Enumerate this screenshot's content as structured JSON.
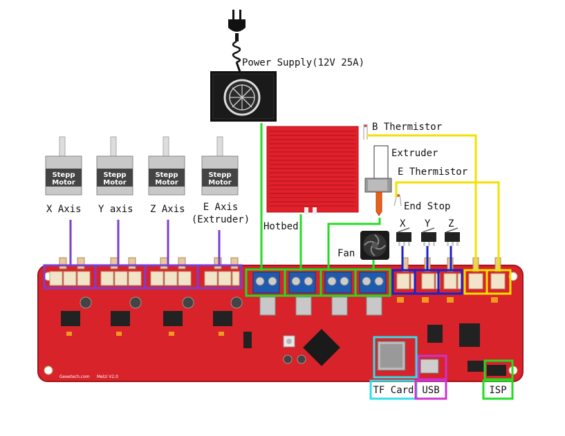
{
  "power_supply": {
    "label": "Power Supply(12V 25A)"
  },
  "motors": [
    {
      "id": "x",
      "tag_line1": "Stepp",
      "tag_line2": "Motor",
      "label": "X Axis"
    },
    {
      "id": "y",
      "tag_line1": "Stepp",
      "tag_line2": "Motor",
      "label": "Y axis"
    },
    {
      "id": "z",
      "tag_line1": "Stepp",
      "tag_line2": "Motor",
      "label": "Z Axis"
    },
    {
      "id": "e",
      "tag_line1": "Stepp",
      "tag_line2": "Motor",
      "label": "E Axis",
      "label2": "(Extruder)"
    }
  ],
  "components": {
    "hotbed": "Hotbed",
    "b_thermistor": "B Thermistor",
    "extruder": "Extruder",
    "e_thermistor": "E Thermistor",
    "end_stop": "End Stop",
    "fan": "Fan",
    "endstop_axes": [
      "X",
      "Y",
      "Z"
    ]
  },
  "ports": {
    "tf_card": "TF Card",
    "usb": "USB",
    "isp": "ISP"
  },
  "board": {
    "brand": "Geeetech.com",
    "model": "Melzi V2.0"
  },
  "colors": {
    "board": "#d8232a",
    "power_wire": "#22dd22",
    "motor_wire": "#7a3fd0",
    "endstop_wire": "#1a22cc",
    "thermistor_wire": "#f2e200",
    "tf_card": "#33dde8",
    "usb": "#cc33cc",
    "isp": "#22dd22"
  }
}
